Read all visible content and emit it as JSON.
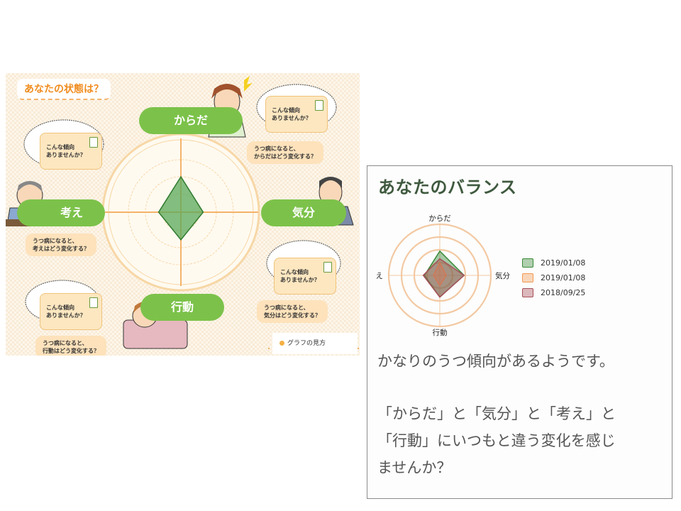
{
  "overview": {
    "title": "あなたの状態は？",
    "axes": {
      "top": "からだ",
      "right": "気分",
      "bottom": "行動",
      "left": "考え"
    },
    "tendency_button": "こんな傾向\nありませんか？",
    "notes": {
      "body": "うつ病になると、\nからだはどう変化する？",
      "mood": "うつ病になると、\n気分はどう変化する？",
      "thought": "うつ病になると、\n考えはどう変化する？",
      "action": "うつ病になると、\n行動はどう変化する？"
    },
    "legend_link": "グラフの見方"
  },
  "card": {
    "title": "あなたのバランス",
    "message": "かなりのうつ傾向があるようです。",
    "advice_line1": "「からだ」と「気分」と「考え」と",
    "advice_line2": "「行動」にいつもと違う変化を感じ",
    "advice_line3": "ませんか？"
  },
  "chart_data": [
    {
      "type": "radar",
      "axes": [
        "からだ",
        "気分",
        "行動",
        "考え"
      ],
      "range": [
        0,
        4
      ],
      "series": [
        {
          "name": "",
          "values": [
            2.7,
            1.7,
            2.1,
            1.7
          ],
          "color": "#3a8a3a"
        }
      ]
    },
    {
      "type": "radar",
      "axes": [
        "からだ",
        "気分",
        "行動",
        "考え"
      ],
      "range": [
        0,
        4
      ],
      "series": [
        {
          "name": "2019/01/08",
          "values": [
            1.9,
            1.9,
            1.7,
            1.2
          ],
          "color": "#3a8a3a"
        },
        {
          "name": "2019/01/08",
          "values": [
            1.0,
            0.5,
            0.8,
            0.5
          ],
          "color": "#f29a55"
        },
        {
          "name": "2018/09/25",
          "values": [
            1.3,
            1.9,
            1.7,
            1.3
          ],
          "color": "#a8505a"
        }
      ]
    }
  ]
}
